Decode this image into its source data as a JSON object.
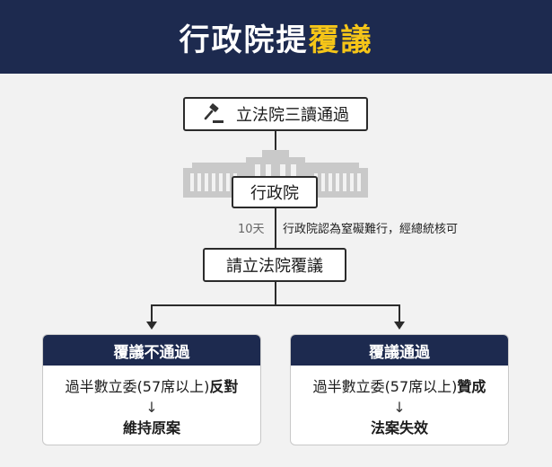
{
  "header": {
    "title_part1": "行政院提",
    "title_part2": "覆議",
    "accent_color": "#f5c518",
    "background_color": "#1d2a4f"
  },
  "flow": {
    "step1": {
      "label": "立法院三讀通過",
      "icon": "gavel-icon"
    },
    "step2": {
      "label": "行政院",
      "backdrop": "building-icon"
    },
    "edge": {
      "duration": "10天",
      "condition": "行政院認為窒礙難行，經總統核可"
    },
    "step3": {
      "label": "請立法院覆議"
    }
  },
  "outcomes": [
    {
      "title": "覆議不通過",
      "condition_prefix": "過半數立委(57席以上)",
      "condition_emphasis": "反對",
      "arrow": "↓",
      "result": "維持原案"
    },
    {
      "title": "覆議通過",
      "condition_prefix": "過半數立委(57席以上)",
      "condition_emphasis": "贊成",
      "arrow": "↓",
      "result": "法案失效"
    }
  ]
}
